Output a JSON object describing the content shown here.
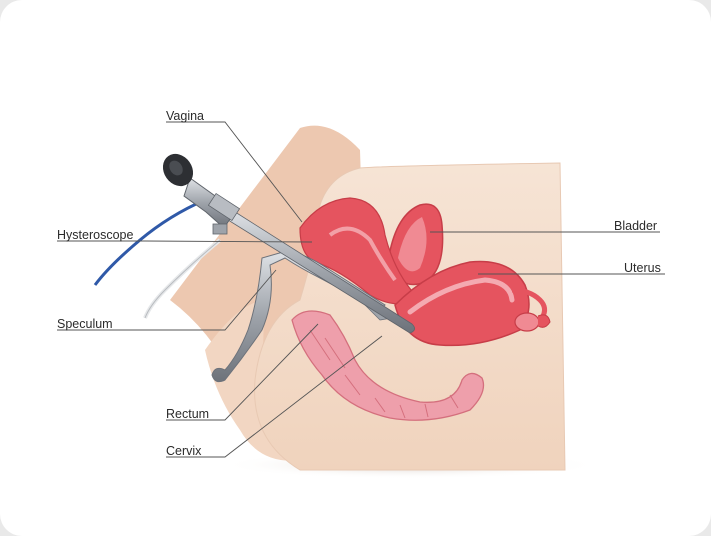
{
  "labels": {
    "vagina": "Vagina",
    "hysteroscope": "Hysteroscope",
    "speculum": "Speculum",
    "rectum": "Rectum",
    "cervix": "Cervix",
    "bladder": "Bladder",
    "uterus": "Uterus"
  },
  "colors": {
    "background": "#e9e9e9",
    "card": "#ffffff",
    "skin": "#f3dccb",
    "skin_shadow": "#e9c4ab",
    "organ": "#e5545f",
    "organ_light": "#f08a93",
    "organ_dark": "#c73d48",
    "rectum": "#ee9fab",
    "metal": "#a9adb3",
    "tube_blue": "#2f59a8",
    "leader_line": "#555555"
  }
}
